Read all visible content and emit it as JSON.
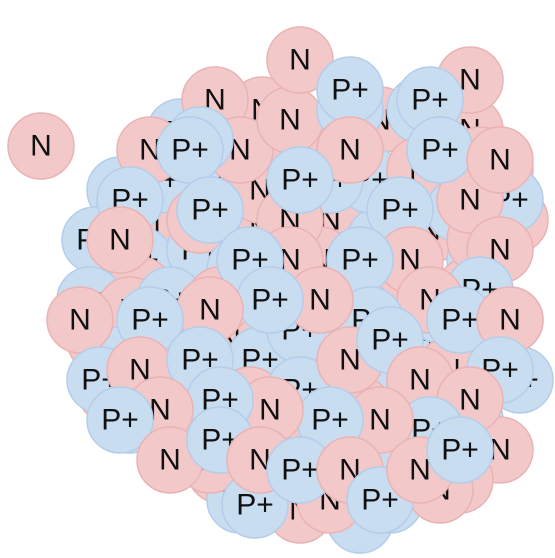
{
  "labels": {
    "proton": "P+",
    "neutron": "N"
  },
  "colors": {
    "proton_fill": "#c9ddf1",
    "proton_stroke": "#b4cdea",
    "neutron_fill": "#f2c8c9",
    "neutron_stroke": "#eab3b5",
    "text": "#111111"
  },
  "particles": [
    {
      "type": "neutron",
      "label": "N"
    },
    {
      "type": "proton",
      "label": "P+"
    },
    {
      "type": "neutron",
      "label": "N"
    },
    {
      "type": "proton",
      "label": "P+"
    },
    {
      "type": "neutron",
      "label": "N"
    },
    {
      "type": "proton",
      "label": "P+"
    },
    {
      "type": "neutron",
      "label": "N"
    },
    {
      "type": "proton",
      "label": "P+"
    },
    {
      "type": "neutron",
      "label": "N"
    },
    {
      "type": "proton",
      "label": "P+"
    },
    {
      "type": "neutron",
      "label": "N"
    },
    {
      "type": "proton",
      "label": "P+"
    },
    {
      "type": "neutron",
      "label": "N"
    },
    {
      "type": "proton",
      "label": "P+"
    },
    {
      "type": "neutron",
      "label": "N"
    },
    {
      "type": "proton",
      "label": "P+"
    },
    {
      "type": "neutron",
      "label": "N"
    },
    {
      "type": "proton",
      "label": "P+"
    },
    {
      "type": "neutron",
      "label": "N"
    },
    {
      "type": "proton",
      "label": "P+"
    },
    {
      "type": "neutron",
      "label": "N"
    },
    {
      "type": "proton",
      "label": "P+"
    },
    {
      "type": "neutron",
      "label": "N"
    },
    {
      "type": "proton",
      "label": "P+"
    },
    {
      "type": "neutron",
      "label": "N"
    },
    {
      "type": "proton",
      "label": "P+"
    },
    {
      "type": "neutron",
      "label": "N"
    },
    {
      "type": "proton",
      "label": "P+"
    },
    {
      "type": "neutron",
      "label": "N"
    },
    {
      "type": "proton",
      "label": "P+"
    },
    {
      "type": "neutron",
      "label": "N"
    },
    {
      "type": "proton",
      "label": "P+"
    },
    {
      "type": "neutron",
      "label": "N"
    },
    {
      "type": "proton",
      "label": "P+"
    },
    {
      "type": "neutron",
      "label": "N"
    },
    {
      "type": "proton",
      "label": "P+"
    },
    {
      "type": "neutron",
      "label": "N"
    },
    {
      "type": "proton",
      "label": "P+"
    },
    {
      "type": "neutron",
      "label": "N"
    },
    {
      "type": "proton",
      "label": "P+"
    },
    {
      "type": "neutron",
      "label": "N"
    },
    {
      "type": "proton",
      "label": "P+"
    },
    {
      "type": "neutron",
      "label": "N"
    },
    {
      "type": "proton",
      "label": "P+"
    },
    {
      "type": "neutron",
      "label": "N"
    },
    {
      "type": "proton",
      "label": "P+"
    },
    {
      "type": "neutron",
      "label": "N"
    },
    {
      "type": "proton",
      "label": "P+"
    },
    {
      "type": "neutron",
      "label": "N"
    },
    {
      "type": "proton",
      "label": "P+"
    },
    {
      "type": "neutron",
      "label": "N"
    },
    {
      "type": "proton",
      "label": "P+"
    },
    {
      "type": "neutron",
      "label": "N"
    },
    {
      "type": "proton",
      "label": "P+"
    },
    {
      "type": "neutron",
      "label": "N"
    },
    {
      "type": "proton",
      "label": "P+"
    },
    {
      "type": "neutron",
      "label": "N"
    },
    {
      "type": "proton",
      "label": "P+"
    },
    {
      "type": "neutron",
      "label": "N"
    },
    {
      "type": "proton",
      "label": "P+"
    },
    {
      "type": "neutron",
      "label": "N"
    },
    {
      "type": "proton",
      "label": "P+"
    },
    {
      "type": "neutron",
      "label": "N"
    },
    {
      "type": "proton",
      "label": "P+"
    },
    {
      "type": "neutron",
      "label": "N"
    },
    {
      "type": "proton",
      "label": "P+"
    },
    {
      "type": "neutron",
      "label": "N"
    },
    {
      "type": "proton",
      "label": "P+"
    },
    {
      "type": "neutron",
      "label": "N"
    },
    {
      "type": "proton",
      "label": "P+"
    },
    {
      "type": "neutron",
      "label": "N"
    },
    {
      "type": "proton",
      "label": "P+"
    },
    {
      "type": "neutron",
      "label": "N"
    },
    {
      "type": "proton",
      "label": "P+"
    },
    {
      "type": "neutron",
      "label": "N"
    },
    {
      "type": "proton",
      "label": "P+"
    },
    {
      "type": "neutron",
      "label": "N"
    },
    {
      "type": "proton",
      "label": "P+"
    },
    {
      "type": "neutron",
      "label": "N"
    },
    {
      "type": "proton",
      "label": "P+"
    },
    {
      "type": "neutron",
      "label": "N"
    },
    {
      "type": "proton",
      "label": "P+"
    },
    {
      "type": "neutron",
      "label": "N"
    },
    {
      "type": "proton",
      "label": "P+"
    },
    {
      "type": "neutron",
      "label": "N"
    },
    {
      "type": "proton",
      "label": "P+"
    },
    {
      "type": "neutron",
      "label": "N"
    },
    {
      "type": "proton",
      "label": "P+"
    },
    {
      "type": "neutron",
      "label": "N"
    },
    {
      "type": "proton",
      "label": "P+"
    },
    {
      "type": "neutron",
      "label": "N"
    },
    {
      "type": "proton",
      "label": "P+"
    },
    {
      "type": "neutron",
      "label": "N"
    },
    {
      "type": "proton",
      "label": "P+"
    },
    {
      "type": "neutron",
      "label": "N"
    },
    {
      "type": "proton",
      "label": "P+"
    },
    {
      "type": "neutron",
      "label": "N"
    },
    {
      "type": "proton",
      "label": "P+"
    },
    {
      "type": "neutron",
      "label": "N"
    },
    {
      "type": "proton",
      "label": "P+"
    },
    {
      "type": "neutron",
      "label": "N"
    },
    {
      "type": "proton",
      "label": "P+"
    },
    {
      "type": "neutron",
      "label": "N"
    },
    {
      "type": "proton",
      "label": "P+"
    },
    {
      "type": "neutron",
      "label": "N"
    },
    {
      "type": "proton",
      "label": "P+"
    },
    {
      "type": "neutron",
      "label": "N"
    },
    {
      "type": "proton",
      "label": "P+"
    },
    {
      "type": "neutron",
      "label": "N"
    },
    {
      "type": "proton",
      "label": "P+"
    },
    {
      "type": "neutron",
      "label": "N"
    },
    {
      "type": "proton",
      "label": "P+"
    },
    {
      "type": "neutron",
      "label": "N"
    },
    {
      "type": "proton",
      "label": "P+"
    },
    {
      "type": "neutron",
      "label": "N"
    },
    {
      "type": "proton",
      "label": "P+"
    },
    {
      "type": "neutron",
      "label": "N"
    },
    {
      "type": "proton",
      "label": "P+"
    },
    {
      "type": "neutron",
      "label": "N"
    },
    {
      "type": "proton",
      "label": "P+"
    },
    {
      "type": "neutron",
      "label": "N"
    },
    {
      "type": "proton",
      "label": "P+"
    },
    {
      "type": "neutron",
      "label": "N"
    },
    {
      "type": "proton",
      "label": "P+"
    },
    {
      "type": "neutron",
      "label": "N"
    },
    {
      "type": "proton",
      "label": "P+"
    },
    {
      "type": "neutron",
      "label": "N"
    },
    {
      "type": "proton",
      "label": "P+"
    },
    {
      "type": "neutron",
      "label": "N"
    },
    {
      "type": "proton",
      "label": "P+"
    },
    {
      "type": "neutron",
      "label": "N"
    },
    {
      "type": "proton",
      "label": "P+"
    },
    {
      "type": "neutron",
      "label": "N"
    },
    {
      "type": "proton",
      "label": "P+"
    },
    {
      "type": "neutron",
      "label": "N"
    },
    {
      "type": "proton",
      "label": "P+"
    },
    {
      "type": "neutron",
      "label": "N"
    },
    {
      "type": "proton",
      "label": "P+"
    },
    {
      "type": "neutron",
      "label": "N"
    },
    {
      "type": "proton",
      "label": "P+"
    },
    {
      "type": "neutron",
      "label": "N"
    },
    {
      "type": "proton",
      "label": "P+"
    },
    {
      "type": "neutron",
      "label": "N"
    },
    {
      "type": "proton",
      "label": "P+"
    },
    {
      "type": "neutron",
      "label": "N"
    },
    {
      "type": "proton",
      "label": "P+"
    },
    {
      "type": "neutron",
      "label": "N"
    },
    {
      "type": "proton",
      "label": "P+"
    },
    {
      "type": "neutron",
      "label": "N"
    },
    {
      "type": "proton",
      "label": "P+"
    },
    {
      "type": "neutron",
      "label": "N"
    },
    {
      "type": "proton",
      "label": "P+"
    },
    {
      "type": "neutron",
      "label": "N"
    },
    {
      "type": "proton",
      "label": "P+"
    }
  ]
}
